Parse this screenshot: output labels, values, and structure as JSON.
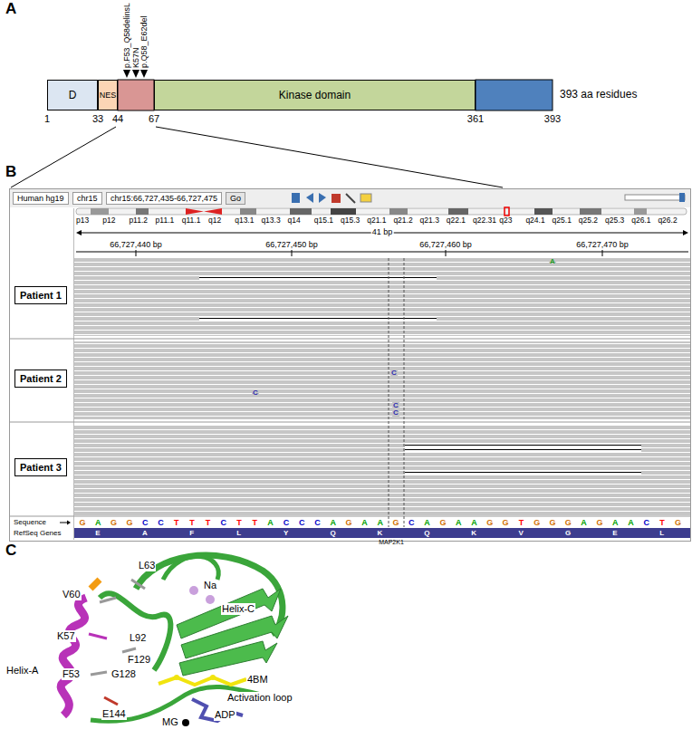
{
  "diagram": {
    "nodes": [
      {
        "text": [
          "D"
        ]
      },
      {
        "text": [
          "NES"
        ]
      },
      {
        "text": [
          "Kinase domain"
        ]
      },
      {
        "text": [
          "Human hg19"
        ]
      },
      {
        "text": [
          "chr15"
        ]
      },
      {
        "text": [
          "chr15:66,727,435-66,727,475"
        ]
      },
      {
        "text": [
          "Go"
        ]
      },
      {
        "text": [
          "Patient 1"
        ]
      },
      {
        "text": [
          "Patient 2"
        ]
      },
      {
        "text": [
          "Patient 3"
        ]
      }
    ],
    "labels": [
      "A",
      "p.F53_Q58delinsL",
      "K57N",
      "p.Q58_E62del",
      "393 aa residues",
      "1",
      "33",
      "44",
      "67",
      "361",
      "393",
      "B",
      "p13",
      "p12",
      "p11.2",
      "p11.1",
      "q11.1",
      "q12",
      "q13.1",
      "q13.3",
      "q14",
      "q15.1",
      "q15.3",
      "q21.1",
      "q21.2",
      "q21.3",
      "q22.1",
      "q22.31",
      "q23",
      "q24.1",
      "q25.1",
      "q25.2",
      "q25.3",
      "q26.1",
      "q26.2",
      "41 bp",
      "66,727,440 bp",
      "66,727,450 bp",
      "66,727,460 bp",
      "66,727,470 bp",
      "A",
      "C",
      "C",
      "C",
      "C",
      "Sequence",
      "RefSeq Genes",
      "G",
      "A",
      "G",
      "G",
      "C",
      "C",
      "T",
      "T",
      "T",
      "C",
      "T",
      "T",
      "A",
      "C",
      "C",
      "C",
      "A",
      "G",
      "A",
      "A",
      "G",
      "C",
      "A",
      "G",
      "A",
      "A",
      "G",
      "G",
      "T",
      "G",
      "G",
      "G",
      "A",
      "G",
      "A",
      "A",
      "C",
      "T",
      "G",
      "E",
      "A",
      "F",
      "L",
      "Y",
      "Q",
      "K",
      "Q",
      "K",
      "V",
      "G",
      "E",
      "L",
      "MAP2K1",
      "C",
      "L63",
      "Na",
      "Helix-C",
      "V60",
      "K57",
      "L92",
      "F129",
      "G128",
      "F53",
      "Helix-A",
      "E144",
      "4BM",
      "Activation loop",
      "MG",
      "ADP"
    ]
  }
}
